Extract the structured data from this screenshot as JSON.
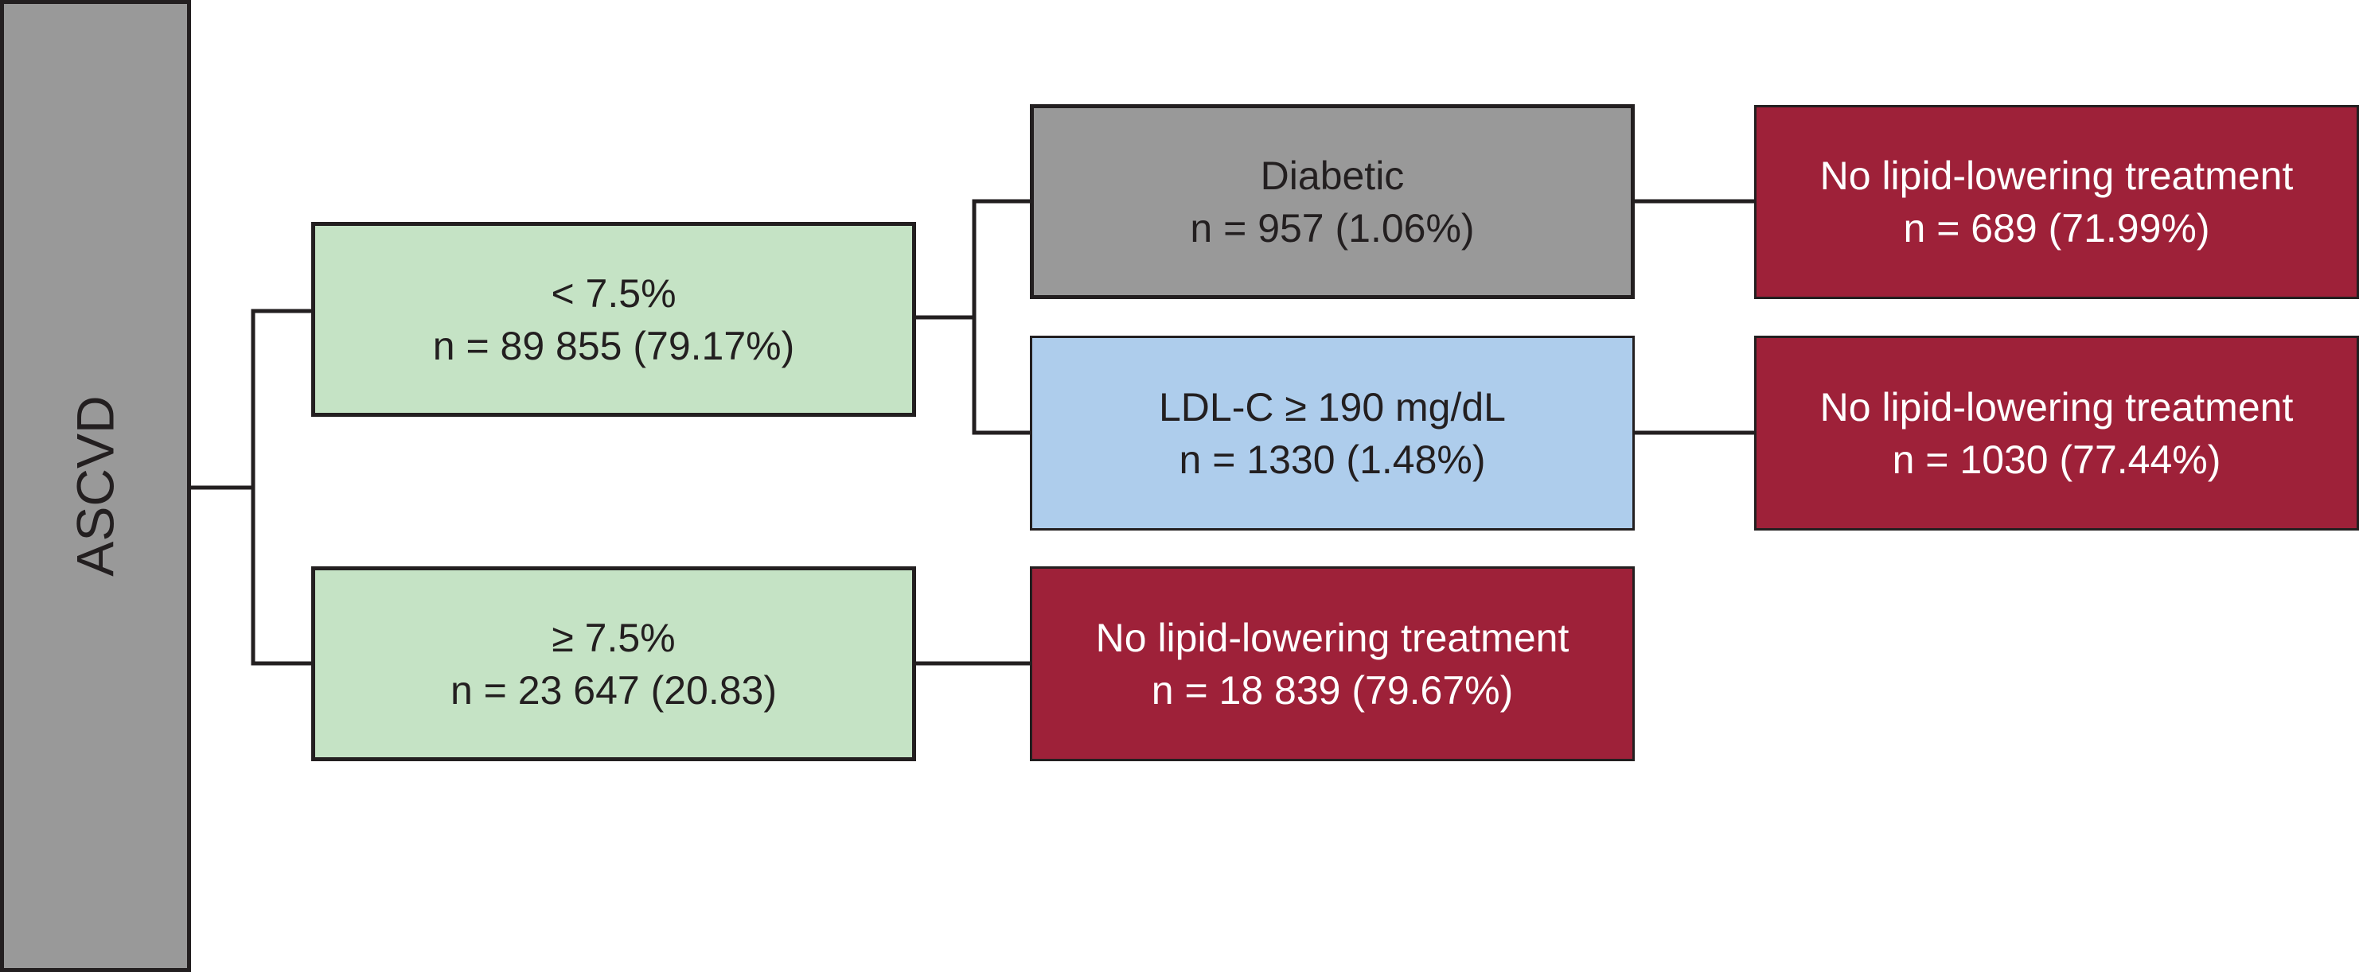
{
  "root": {
    "label": "ASCVD"
  },
  "nodes": {
    "risk_low": {
      "line1": "< 7.5%",
      "line2": "n = 89 855 (79.17%)"
    },
    "risk_high": {
      "line1": "≥ 7.5%",
      "line2": "n = 23 647 (20.83)"
    },
    "diabetic": {
      "line1": "Diabetic",
      "line2": "n = 957 (1.06%)"
    },
    "ldl": {
      "line1": "LDL-C ≥ 190 mg/dL",
      "line2": "n = 1330 (1.48%)"
    },
    "no_treat_diabetic": {
      "line1": "No lipid-lowering treatment",
      "line2": "n = 689 (71.99%)"
    },
    "no_treat_ldl": {
      "line1": "No lipid-lowering treatment",
      "line2": "n = 1030 (77.44%)"
    },
    "no_treat_high": {
      "line1": "No lipid-lowering treatment",
      "line2": "n = 18 839 (79.67%)"
    }
  },
  "colors": {
    "root": "#999999",
    "risk_group": "#c5e3c5",
    "diabetic": "#999999",
    "ldl": "#aecdec",
    "no_treatment": "#9e2139",
    "line": "#231f20"
  }
}
